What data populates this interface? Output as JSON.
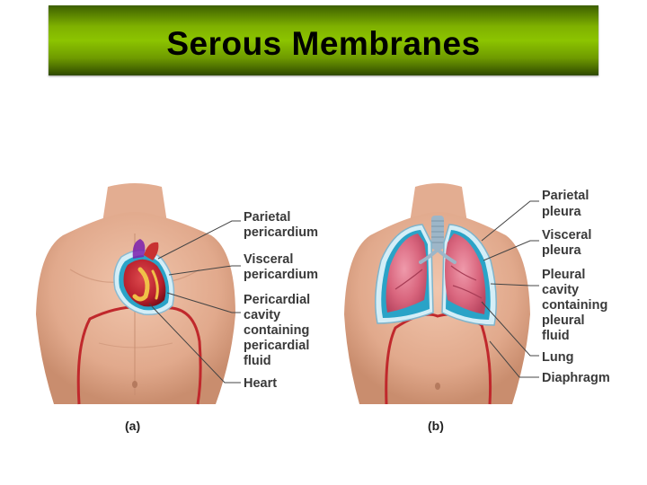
{
  "title": "Serous Membranes",
  "panel_a": {
    "caption": "(a)",
    "labels": [
      [
        "Parietal",
        "pericardium"
      ],
      [
        "Visceral",
        "pericardium"
      ],
      [
        "Pericardial",
        "cavity",
        "containing",
        "pericardial",
        "fluid"
      ],
      [
        "Heart"
      ]
    ]
  },
  "panel_b": {
    "caption": "(b)",
    "labels": [
      [
        "Parietal",
        "pleura"
      ],
      [
        "Visceral",
        "pleura"
      ],
      [
        "Pleural",
        "cavity",
        "containing",
        "pleural",
        "fluid"
      ],
      [
        "Lung"
      ],
      [
        "Diaphragm"
      ]
    ]
  },
  "colors": {
    "title_bar": "#8cc400",
    "skin": "#e8b79d",
    "skin_shadow": "#c98d6e",
    "lung": "#d9667e",
    "heart": "#b8202c",
    "fluid": "#2aa3c7",
    "membrane": "#d4eef7",
    "diaphragm_line": "#c0282c",
    "leader_line": "#444444"
  }
}
